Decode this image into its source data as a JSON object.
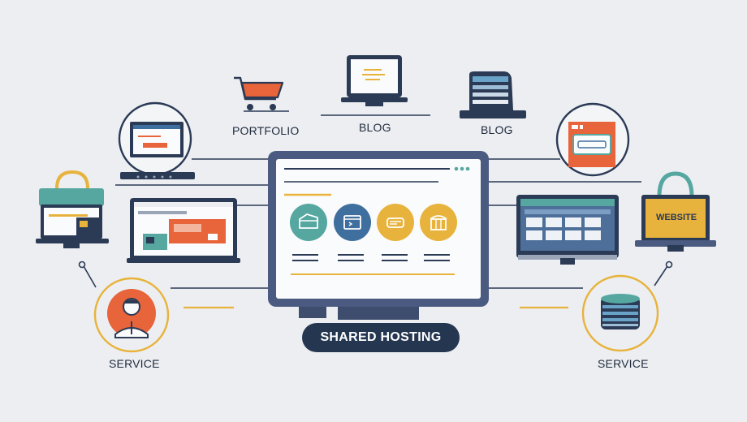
{
  "center": {
    "label": "SHARED HOSTING"
  },
  "nodes": {
    "portfolio": {
      "label": "PORTFOLIO"
    },
    "blog_left": {
      "label": "BLOG"
    },
    "blog_right": {
      "label": "BLOG"
    },
    "service_left": {
      "label": "SERVICE"
    },
    "service_right": {
      "label": "SERVICE"
    },
    "website": {
      "label": "WEBSITE"
    }
  },
  "colors": {
    "navy": "#2b3a55",
    "orange": "#e8643a",
    "teal": "#55a7a0",
    "blue": "#3f6f9e",
    "yellow": "#e8b33c",
    "background": "#eceef1"
  }
}
